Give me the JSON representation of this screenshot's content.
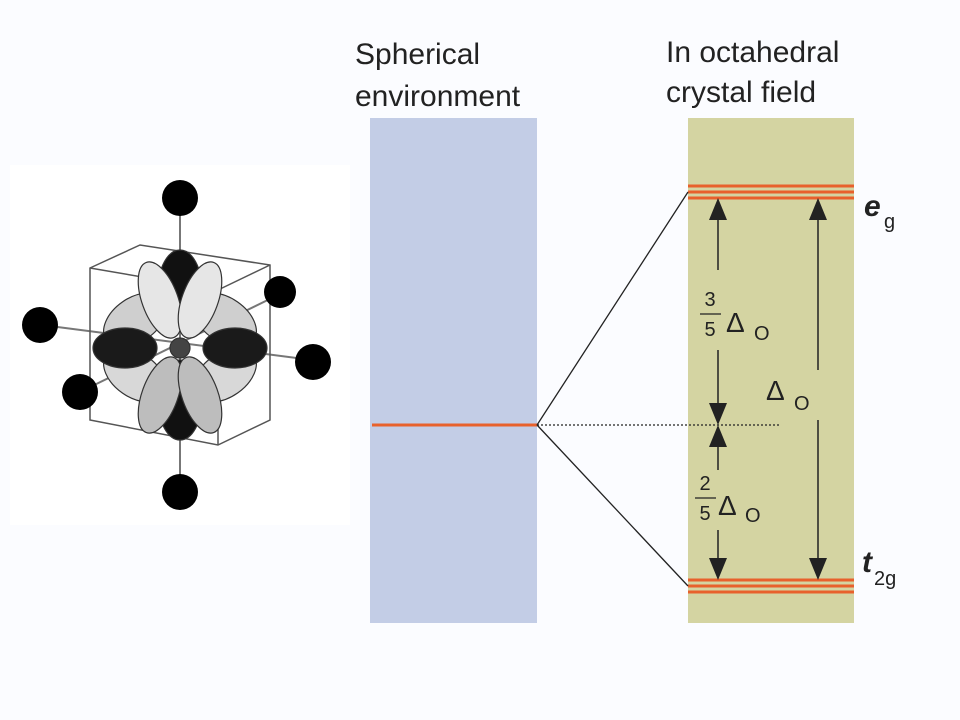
{
  "headers": {
    "spherical_line1": "Spherical",
    "spherical_line2": "environment",
    "octahedral_line1": "In octahedral",
    "octahedral_line2": "crystal field"
  },
  "levels": {
    "upper_main": "e",
    "upper_sub": "g",
    "lower_main": "t",
    "lower_sub": "2g"
  },
  "labels": {
    "three_num": "3",
    "three_den": "5",
    "two_num": "2",
    "two_den": "5",
    "delta": "Δ",
    "o_sub": "O"
  },
  "colors": {
    "spherical_band": "#c3cde6",
    "octahedral_band": "#d4d4a2",
    "level_line": "#e8612c",
    "ink": "#222222"
  },
  "icons": {
    "orbital_model": "octahedral-d-orbital-model"
  }
}
